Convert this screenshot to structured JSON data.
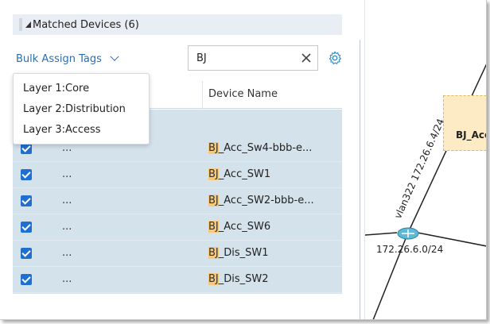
{
  "panel": {
    "matched_title": "Matched Devices (6)",
    "bulk_label": "Bulk Assign Tags",
    "search_value": "BJ"
  },
  "dropdown": {
    "items": [
      "Layer 1:Core",
      "Layer 2:Distribution",
      "Layer 3:Access"
    ]
  },
  "table": {
    "column_device": "Device Name",
    "rows": [
      {
        "col1": "...",
        "prefix": "BJ",
        "rest": "_Acc_Sw4-bbb-e..."
      },
      {
        "col1": "...",
        "prefix": "BJ",
        "rest": "_Acc_SW1"
      },
      {
        "col1": "...",
        "prefix": "BJ",
        "rest": "_Acc_SW2-bbb-e..."
      },
      {
        "col1": "...",
        "prefix": "BJ",
        "rest": "_Acc_SW6"
      },
      {
        "col1": "...",
        "prefix": "BJ",
        "rest": "_Dis_SW1"
      },
      {
        "col1": "...",
        "prefix": "BJ",
        "rest": "_Dis_SW2"
      }
    ]
  },
  "topology": {
    "node_label": "BJ_Acc",
    "link_label": "vlan322 172.26.6.4/24",
    "network_label": "172.26.6.0/24",
    "colors": {
      "node_fill": "#fcebc4",
      "router": "#5fb8d6",
      "highlight": "#f6c878",
      "checkbox": "#1f6fd0",
      "link_blue": "#2a6eb3"
    }
  }
}
